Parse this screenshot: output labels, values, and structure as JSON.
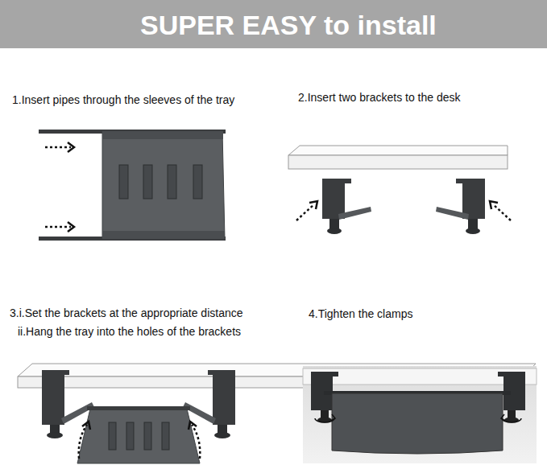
{
  "diagram": {
    "title": "SUPER EASY to install",
    "labels": [
      "1.Insert pipes through the sleeves of the tray",
      "2.Insert two brackets to the desk",
      "3.i.Set the brackets at the appropriate distance",
      "ii.Hang the tray into the holes of the brackets",
      "4.Tighten the clamps"
    ]
  }
}
